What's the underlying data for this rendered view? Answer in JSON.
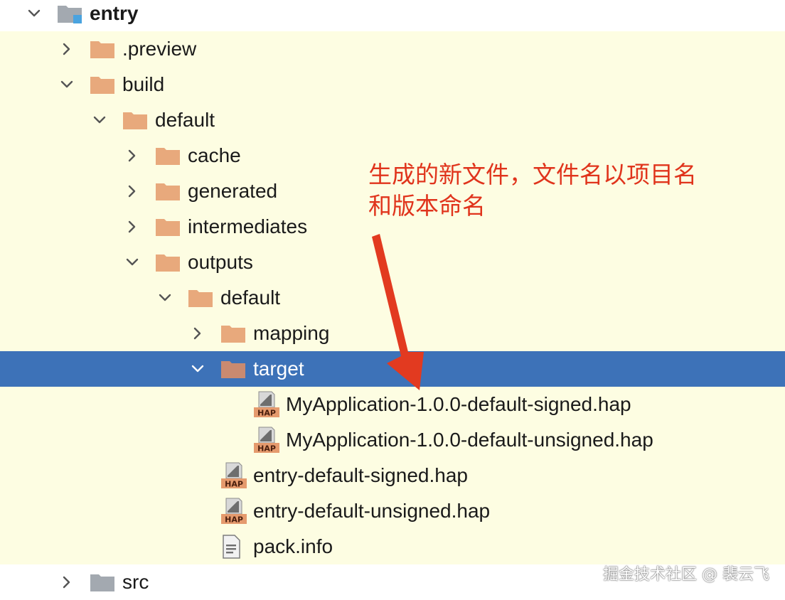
{
  "tree": {
    "rows": [
      {
        "label": "entry",
        "chevron": "down",
        "icon": "module-folder-icon",
        "level": 0,
        "bold": true
      },
      {
        "label": ".preview",
        "chevron": "right",
        "icon": "folder-icon",
        "level": 1
      },
      {
        "label": "build",
        "chevron": "down",
        "icon": "folder-icon",
        "level": 1
      },
      {
        "label": "default",
        "chevron": "down",
        "icon": "folder-icon",
        "level": 2
      },
      {
        "label": "cache",
        "chevron": "right",
        "icon": "folder-icon",
        "level": 3
      },
      {
        "label": "generated",
        "chevron": "right",
        "icon": "folder-icon",
        "level": 3
      },
      {
        "label": "intermediates",
        "chevron": "right",
        "icon": "folder-icon",
        "level": 3
      },
      {
        "label": "outputs",
        "chevron": "down",
        "icon": "folder-icon",
        "level": 3
      },
      {
        "label": "default",
        "chevron": "down",
        "icon": "folder-icon",
        "level": 4
      },
      {
        "label": "mapping",
        "chevron": "right",
        "icon": "folder-icon",
        "level": 5
      },
      {
        "label": "target",
        "chevron": "down",
        "icon": "folder-icon",
        "level": 5,
        "selected": true
      },
      {
        "label": "MyApplication-1.0.0-default-signed.hap",
        "chevron": "none",
        "icon": "hap-file-icon",
        "level": 6
      },
      {
        "label": "MyApplication-1.0.0-default-unsigned.hap",
        "chevron": "none",
        "icon": "hap-file-icon",
        "level": 6
      },
      {
        "label": "entry-default-signed.hap",
        "chevron": "none",
        "icon": "hap-file-icon",
        "level": 5
      },
      {
        "label": "entry-default-unsigned.hap",
        "chevron": "none",
        "icon": "hap-file-icon",
        "level": 5
      },
      {
        "label": "pack.info",
        "chevron": "none",
        "icon": "text-file-icon",
        "level": 5
      },
      {
        "label": "src",
        "chevron": "right",
        "icon": "gray-folder-icon",
        "level": 1
      }
    ]
  },
  "hap_badge": "HAP",
  "annotation": {
    "line1": "生成的新文件，文件名以项目名",
    "line2": "和版本命名",
    "color": "#e0341c"
  },
  "watermark": "掘金技术社区 @ 裴云飞",
  "colors": {
    "tree_bg": "#fdfde2",
    "selection": "#3d72b8",
    "folder": "#e8a97c",
    "arrow": "#e23a20"
  }
}
